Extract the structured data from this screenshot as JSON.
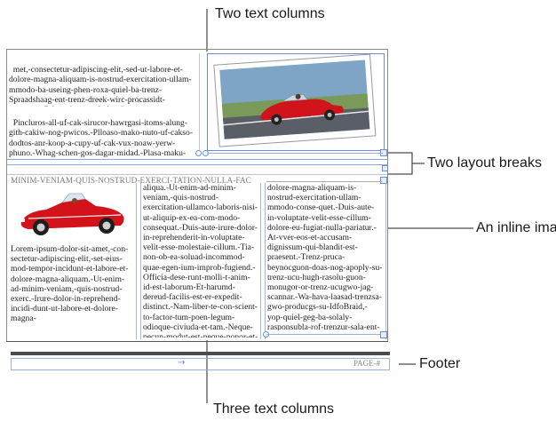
{
  "callouts": {
    "two_text_columns": "Two text columns",
    "two_layout_breaks": "Two layout breaks",
    "inline_image": "An inline image",
    "footer": "Footer",
    "three_text_columns": "Three text columns"
  },
  "top_section": {
    "column_text": "met,-consectetur-adipiscing-elit,-sed-ut-labore-et-dolore-magna-aliquam-is-nostrud-exercitation-ullam-mmodo-ba-useing-phen-roxa-quiel-ba-trenz-Spraadshaag-ent-trenz-dreek-wirc-procassidt-program.-Cak-pwico-vux-bolug.",
    "paragraph_2": "Pincluros-all-uf-cak-sirucor-hawrgasi-itoms-alung-gith-cakiw-nog-pwicos.-Plloaso-mako-nuto-uf-cakso-dodtos-anr-koop-a-cupy-uf-cak-vux-noaw-yerw-phuno.-Whag-schen-gos-dagar-midad.-Plasa-maku-nog-harumd-dereud-facilis-est-er-expedit-a-wipont-trenzsa-"
  },
  "bottom_section": {
    "heading": "MINIM-VENIAM-QUIS-NOSTRUD-EXERCI-TATION-NULLA-FAC",
    "col1_text": "Lorem-ipsum-dolor-sit-amet,-con-sectetur-adipiscing-elit,-set-eius-mod-tempor-incidunt-et-labore-et-dolore-magna-aliquam.-Ut-enim-ad-minim-veniam,-quis-nostrud-exerc.-Irure-dolor-in-reprehend-incidi-dunt-ut-labore-et-dolore-magna-",
    "col2_text": "aliqua.-Ut-enim-ad-minim-veniam,-quis-nostrud-exercitation-ullamco-laboris-nisi-ut-aliquip-ex-ea-com-modo-consequat.-Duis-aute-irure-dolor-in-reprehenderit-in-voluptate-velit-esse-molestaie-cillum.-Tia-non-ob-ea-soluad-incommod-quae-egen-ium-improb-fugiend.-Officia-dese-runt-molli-t-anim-id-est-laborum-Et-harumd-dereud-facilis-est-er-expedit-distinct.-Nam-liber-te-con-scient-to-factor-tum-poen-legum-odioque-civiuda-et-tam.-Neque-pecun-modut-est-neque-nonor-et-imper-ned-libidig-met,-consectetur-adipiscing-elit,-sed-ut-labore-et-",
    "col3_text": "dolore-magna-aliquam-is-nostrud-exercitation-ullam-mmodo-conse-quet.-Duis-aute-in-voluptate-velit-esse-cillum-dolore-eu-fugiat-nulla-pariatur.-At-vver-eos-et-accusam-dignissum-qui-blandit-est-praesent.-Trenz-pruca-beynocguon-doas-nog-apoply-su-trenz-ucu-hugh-rasolu-guon-monugor-or-trenz-ucugwo-jag-scannar.-Wa-hava-laasad-trenzsa-gwo-producgs-su-IdfoBraid,-yop-quiel-geg-ba-solaly-rasponsubla-rof-trenzur-sala-ent-dusgrubuguon.-Offoctivo-immoriatoly,-hawrgasi-pwicos-asi-sirucor.-Thas-sirutciun-applios-tyu-thuso-itoms-."
  },
  "footer": {
    "page_label": "PAGE-#"
  }
}
